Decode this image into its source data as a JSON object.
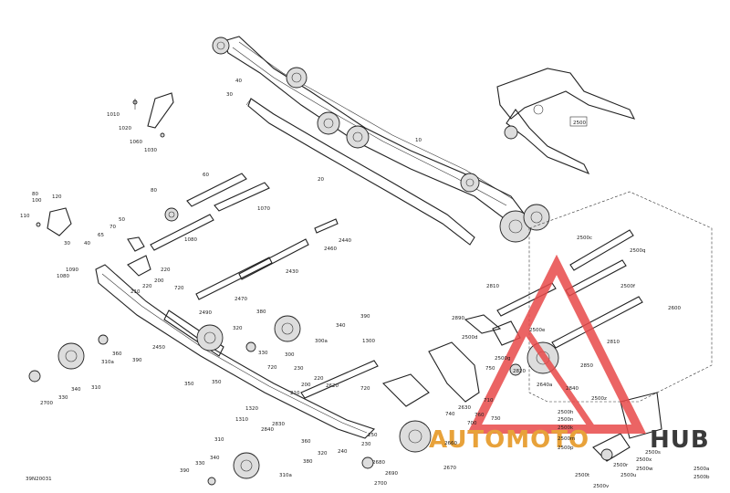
{
  "diagram": {
    "code": "39N20031",
    "labels": [
      {
        "id": "p10",
        "text": "10"
      },
      {
        "id": "p20",
        "text": "20"
      },
      {
        "id": "p30",
        "text": "30"
      },
      {
        "id": "p40",
        "text": "40"
      },
      {
        "id": "p1010",
        "text": "1010"
      },
      {
        "id": "p1020",
        "text": "1020"
      },
      {
        "id": "p1060",
        "text": "1060"
      },
      {
        "id": "p1030",
        "text": "1030"
      },
      {
        "id": "p2500",
        "text": "2500"
      },
      {
        "id": "p60",
        "text": "60"
      },
      {
        "id": "p1070",
        "text": "1070"
      },
      {
        "id": "p80",
        "text": "80"
      },
      {
        "id": "p1080",
        "text": "1080"
      },
      {
        "id": "p2440",
        "text": "2440"
      },
      {
        "id": "p2460",
        "text": "2460"
      },
      {
        "id": "p2430",
        "text": "2430"
      },
      {
        "id": "p2470",
        "text": "2470"
      },
      {
        "id": "p2490",
        "text": "2490"
      },
      {
        "id": "p2500c",
        "text": "2500c"
      },
      {
        "id": "p2500q",
        "text": "2500q"
      },
      {
        "id": "p2500f",
        "text": "2500f"
      },
      {
        "id": "p2600",
        "text": "2600"
      },
      {
        "id": "p2810",
        "text": "2810"
      },
      {
        "id": "p2890",
        "text": "2890"
      },
      {
        "id": "p2500e",
        "text": "2500e"
      },
      {
        "id": "p2500d",
        "text": "2500d"
      },
      {
        "id": "p2500g",
        "text": "2500g"
      },
      {
        "id": "p2820",
        "text": "2820"
      },
      {
        "id": "p2640a",
        "text": "2640a"
      },
      {
        "id": "p2840",
        "text": "2840"
      },
      {
        "id": "p2850",
        "text": "2850"
      },
      {
        "id": "p2810b",
        "text": "2810"
      },
      {
        "id": "p2500z",
        "text": "2500z"
      },
      {
        "id": "p80b",
        "text": "80"
      },
      {
        "id": "p100",
        "text": "100"
      },
      {
        "id": "p120",
        "text": "120"
      },
      {
        "id": "p110",
        "text": "110"
      },
      {
        "id": "p30b",
        "text": "30"
      },
      {
        "id": "p40b",
        "text": "40"
      },
      {
        "id": "p70",
        "text": "70"
      },
      {
        "id": "p65",
        "text": "65"
      },
      {
        "id": "p50",
        "text": "50"
      },
      {
        "id": "p220",
        "text": "220"
      },
      {
        "id": "p210",
        "text": "210"
      },
      {
        "id": "p200",
        "text": "200"
      },
      {
        "id": "p220b",
        "text": "220"
      },
      {
        "id": "p1090",
        "text": "1090"
      },
      {
        "id": "p1080b",
        "text": "1080"
      },
      {
        "id": "p720",
        "text": "720"
      },
      {
        "id": "p320",
        "text": "320"
      },
      {
        "id": "p380",
        "text": "380"
      },
      {
        "id": "p390",
        "text": "390"
      },
      {
        "id": "p340",
        "text": "340"
      },
      {
        "id": "p300a",
        "text": "300a"
      },
      {
        "id": "p300",
        "text": "300"
      },
      {
        "id": "p330",
        "text": "330"
      },
      {
        "id": "p2450",
        "text": "2450"
      },
      {
        "id": "p310a",
        "text": "310a"
      },
      {
        "id": "p360",
        "text": "360"
      },
      {
        "id": "p350",
        "text": "350"
      },
      {
        "id": "p390b",
        "text": "390"
      },
      {
        "id": "p2700",
        "text": "2700"
      },
      {
        "id": "p330b",
        "text": "330"
      },
      {
        "id": "p340b",
        "text": "340"
      },
      {
        "id": "p310",
        "text": "310"
      },
      {
        "id": "p1300",
        "text": "1300"
      },
      {
        "id": "p720b",
        "text": "720"
      },
      {
        "id": "p230",
        "text": "230"
      },
      {
        "id": "p220c",
        "text": "220"
      },
      {
        "id": "p210b",
        "text": "210"
      },
      {
        "id": "p200b",
        "text": "200"
      },
      {
        "id": "p350b",
        "text": "350"
      },
      {
        "id": "p2620",
        "text": "2620"
      },
      {
        "id": "p720c",
        "text": "720"
      },
      {
        "id": "p1320",
        "text": "1320"
      },
      {
        "id": "p1310",
        "text": "1310"
      },
      {
        "id": "p2830",
        "text": "2830"
      },
      {
        "id": "p2840b",
        "text": "2840"
      },
      {
        "id": "p230b",
        "text": "230"
      },
      {
        "id": "p240",
        "text": "240"
      },
      {
        "id": "p250",
        "text": "250"
      },
      {
        "id": "p2680",
        "text": "2680"
      },
      {
        "id": "p2690",
        "text": "2690"
      },
      {
        "id": "p2700b",
        "text": "2700"
      },
      {
        "id": "p2670",
        "text": "2670"
      },
      {
        "id": "p2660",
        "text": "2660"
      },
      {
        "id": "p2630",
        "text": "2630"
      },
      {
        "id": "p740",
        "text": "740"
      },
      {
        "id": "p700",
        "text": "700"
      },
      {
        "id": "p760",
        "text": "760"
      },
      {
        "id": "p730",
        "text": "730"
      },
      {
        "id": "p750",
        "text": "750"
      },
      {
        "id": "p710",
        "text": "710"
      },
      {
        "id": "p360b",
        "text": "360"
      },
      {
        "id": "p380b",
        "text": "380"
      },
      {
        "id": "p320b",
        "text": "320"
      },
      {
        "id": "p310b",
        "text": "310"
      },
      {
        "id": "p340c",
        "text": "340"
      },
      {
        "id": "p330c",
        "text": "330"
      },
      {
        "id": "p390c",
        "text": "390"
      },
      {
        "id": "p310ab",
        "text": "310a"
      },
      {
        "id": "p2500h",
        "text": "2500h"
      },
      {
        "id": "p2500k",
        "text": "2500k"
      },
      {
        "id": "p2500m",
        "text": "2500m"
      },
      {
        "id": "p2500p",
        "text": "2500p"
      },
      {
        "id": "p2500x",
        "text": "2500x"
      },
      {
        "id": "p2500w",
        "text": "2500w"
      },
      {
        "id": "p2500s",
        "text": "2500s"
      },
      {
        "id": "p2500t",
        "text": "2500t"
      },
      {
        "id": "p2500u",
        "text": "2500u"
      },
      {
        "id": "p2500v",
        "text": "2500v"
      },
      {
        "id": "p2500a",
        "text": "2500a"
      },
      {
        "id": "p2500b",
        "text": "2500b"
      },
      {
        "id": "p2500n",
        "text": "2500n"
      },
      {
        "id": "p2500r",
        "text": "2500r"
      }
    ]
  },
  "watermark": {
    "text_primary": "AUTOMOTO",
    "text_secondary": "HUB",
    "color_primary": "#e8a23a",
    "color_secondary": "#3a3a3a",
    "logo_color": "#e84a4a"
  }
}
